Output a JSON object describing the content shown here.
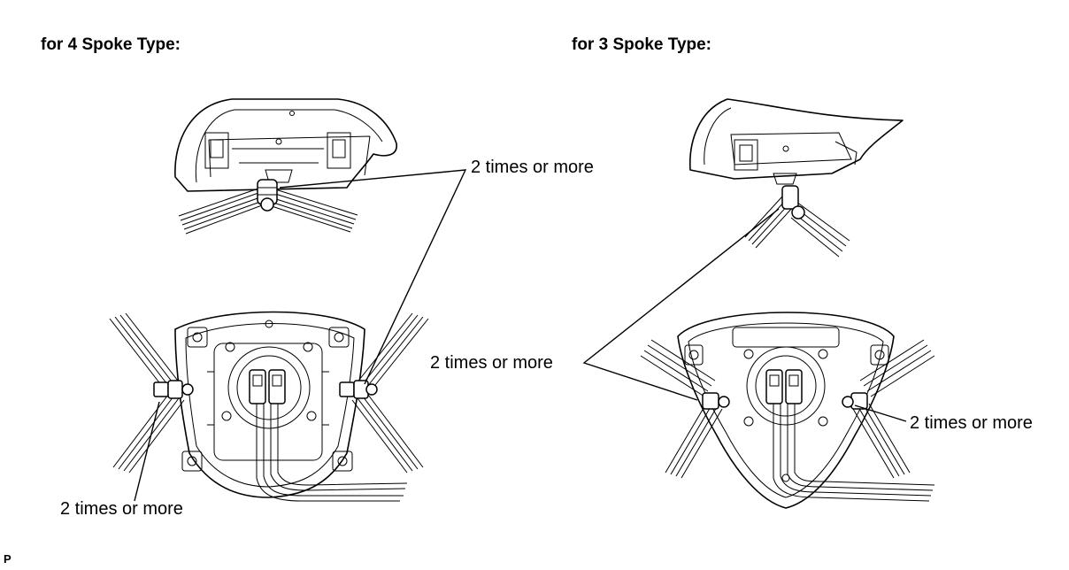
{
  "headings": {
    "left": "for 4 Spoke Type:",
    "right": "for 3 Spoke Type:"
  },
  "callouts": {
    "top_center": "2 times or more",
    "middle_right": "2 times or more",
    "right": "2 times or more",
    "bottom_left": "2 times or more"
  },
  "corner_mark": "P"
}
